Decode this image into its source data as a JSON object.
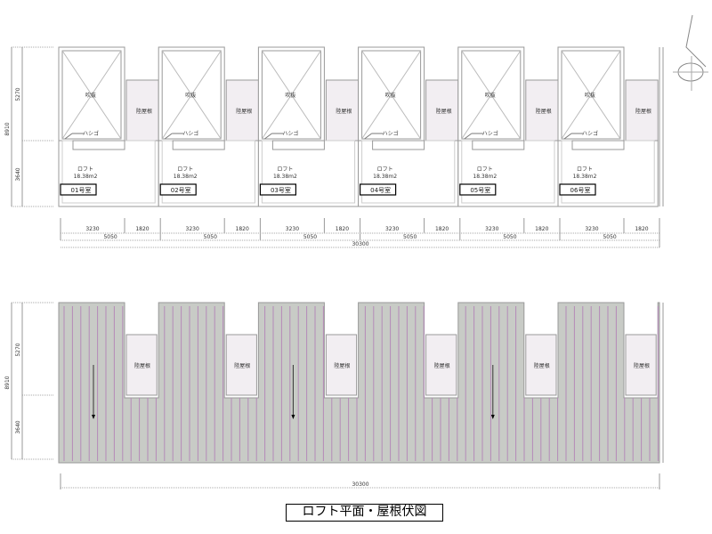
{
  "title": "ロフト平面・屋根伏図",
  "labels": {
    "void": "吹抜",
    "flat_roof": "陸屋根",
    "ladder": "ハシゴ",
    "loft": "ロフト",
    "area": "18.38m2"
  },
  "units": [
    "01号室",
    "02号室",
    "03号室",
    "04号室",
    "05号室",
    "06号室"
  ],
  "dims": {
    "total_height": "8910",
    "upper": "5270",
    "lower": "3640",
    "loft_w": "3230",
    "flat_w": "1820",
    "unit_w": "5050",
    "total_w": "30300"
  },
  "colors": {
    "roof_fill": "#c8cbc6",
    "roof_line": "#b58ab8",
    "flat_fill": "#f2eef2",
    "wall": "#999999"
  }
}
